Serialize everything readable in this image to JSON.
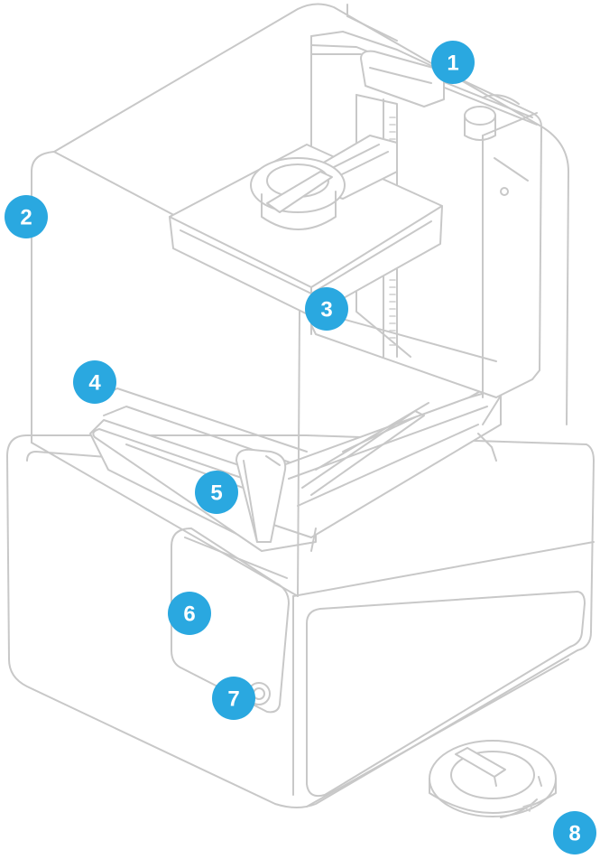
{
  "colors": {
    "badge": "#2aa8e0",
    "outline": "#c8c8c8",
    "background": "#ffffff"
  },
  "callouts": [
    {
      "label": "1"
    },
    {
      "label": "2"
    },
    {
      "label": "3"
    },
    {
      "label": "4"
    },
    {
      "label": "5"
    },
    {
      "label": "6"
    },
    {
      "label": "7"
    },
    {
      "label": "8"
    }
  ]
}
